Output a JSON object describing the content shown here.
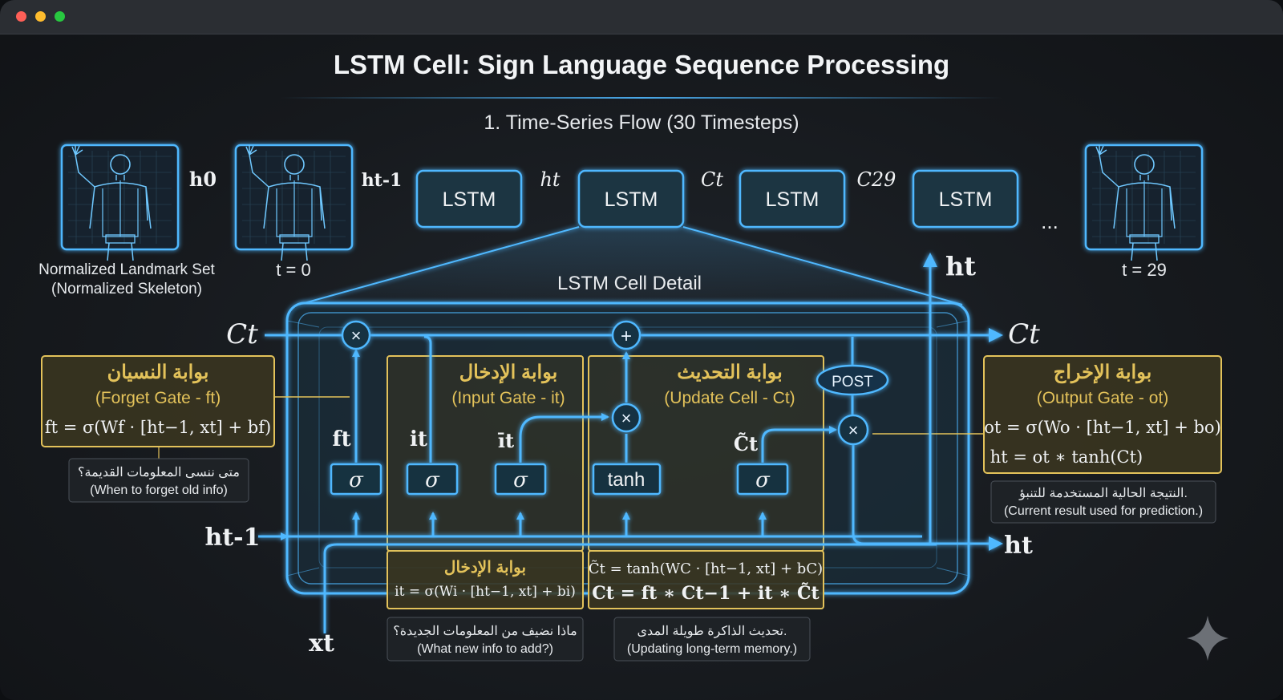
{
  "window": {
    "controls": [
      "close",
      "minimize",
      "maximize"
    ]
  },
  "header": {
    "title": "LSTM Cell: Sign Language Sequence Processing",
    "subtitle": "1. Time-Series Flow (30 Timesteps)"
  },
  "timeline": {
    "frame_start_caption_1": "Normalized Landmark Set",
    "frame_start_caption_2": "(Normalized Skeleton)",
    "frame_t0_caption": "t = 0",
    "frame_t29_caption": "t = 29",
    "lstm_blocks": [
      "LSTM",
      "LSTM",
      "LSTM",
      "LSTM"
    ],
    "arrow_labels": [
      "h0",
      "ht-1",
      "ht",
      "Ct",
      "C29"
    ],
    "ellipsis": "..."
  },
  "cell": {
    "title": "LSTM Cell Detail",
    "c_in": "Ct",
    "c_out": "Ct",
    "h_in": "ht-1",
    "h_out_top": "ht",
    "h_out_right": "ht",
    "x_in": "xt",
    "gate_labels": {
      "f": "ft",
      "i": "it",
      "ibar": "īt",
      "ctilde": "C̃t"
    },
    "activations": [
      "σ",
      "σ",
      "σ",
      "tanh",
      "σ"
    ],
    "post_label": "POST",
    "ops": [
      "×",
      "+",
      "×",
      "×"
    ]
  },
  "panels": {
    "forget": {
      "ar": "بوابة النسيان",
      "en": "(Forget Gate - ft)",
      "eq": "ft = σ(Wf · [ht−1, xt] + bf)",
      "note_ar": "متى ننسى المعلومات القديمة؟",
      "note_en": "(When to forget old info)"
    },
    "input": {
      "ar": "بوابة الإدخال",
      "en": "(Input Gate - it)",
      "eq_title_ar": "بوابة الإدخال",
      "eq": "it = σ(Wi · [ht−1, xt] + bi)",
      "note_ar": "ماذا نضيف من المعلومات الجديدة؟",
      "note_en": "(What new info to add?)"
    },
    "update": {
      "ar": "بوابة التحديث",
      "en": "(Update Cell - Ct)",
      "eq1": "C̃t = tanh(WC · [ht−1, xt] + bC)",
      "eq2": "Ct = ft ∗ Ct−1 + it ∗ C̃t",
      "note_ar": "تحديث الذاكرة طويلة المدى.",
      "note_en": "(Updating long-term memory.)"
    },
    "output": {
      "ar": "بوابة الإخراج",
      "en": "(Output Gate - ot)",
      "eq1": "ot = σ(Wo · [ht−1, xt] + bo)",
      "eq2": "ht = ot ∗ tanh(Ct)",
      "note_ar": "النتيجة الحالية المستخدمة للتنبؤ.",
      "note_en": "(Current result used for prediction.)"
    }
  },
  "colors": {
    "neon_blue": "#4fb8ff",
    "gold": "#e3c25a",
    "panel_bg": "#3a3520",
    "text": "#f0f2f4"
  },
  "icons": [
    "skeleton-figure-icon",
    "sparkle-icon"
  ]
}
